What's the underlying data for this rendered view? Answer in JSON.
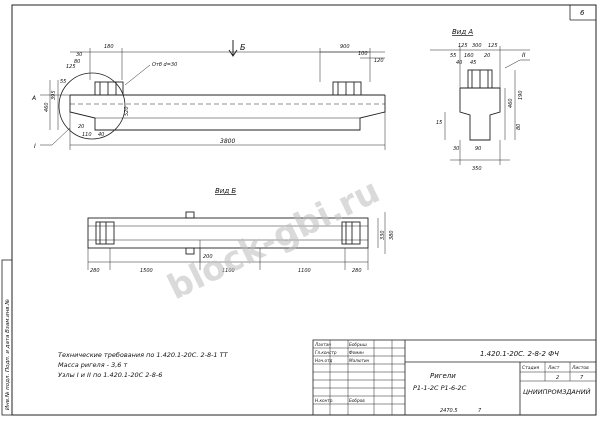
{
  "sheet": {
    "page_number": "6",
    "bottom_code": "2470.5",
    "bottom_num": "7",
    "watermark": "block-gbi.ru"
  },
  "views": {
    "view_a": "Вид А",
    "view_b": "Вид Б",
    "arrow_b": "Б",
    "arrow_a": "А",
    "node_1": "I",
    "node_2": "II"
  },
  "dims_front": {
    "d180": "180",
    "d30a": "30",
    "d80": "80",
    "d125": "125",
    "d55": "55",
    "d395": "395",
    "d460": "460",
    "d520": "520",
    "d20": "20",
    "d110": "110",
    "d40": "40",
    "d3800": "3800",
    "d900": "900",
    "d100": "100",
    "d120": "120",
    "vent": "Отб d=30"
  },
  "dims_side": {
    "d125": "125",
    "d300": "300",
    "d125b": "125",
    "d55": "55",
    "d160": "160",
    "d20": "20",
    "d40": "40",
    "d45": "45",
    "d460": "460",
    "d190": "190",
    "d80": "80",
    "d15": "15",
    "d350": "350",
    "d30": "30",
    "d90": "90"
  },
  "dims_plan": {
    "d280": "280",
    "d1500": "1500",
    "d1100": "1100",
    "d1100b": "1100",
    "d280b": "280",
    "d380": "380",
    "d330": "330",
    "d200": "200"
  },
  "notes": {
    "line1": "Технические требования по 1.420.1-20С. 2-8-1 ТТ",
    "line2": "Масса ригеля - 3,6 т",
    "line3": "Узлы I и II  по  1.420.1-20С 2-8-6"
  },
  "title_block": {
    "code": "1.420.1-20С. 2-8-2 ФЧ",
    "name_line1": "Ригели",
    "name_line2": "Р1-1-2С   Р1-6-2С",
    "stage": "Стадия",
    "sheet": "Лист",
    "sheets": "Листов",
    "sheet_val": "2",
    "sheets_val": "7",
    "org": "ЦНИИПРОМЗДАНИЙ",
    "r1": "Лахтан",
    "r1b": "Бобрыш",
    "r2": "Гл.констр",
    "r2b": "Фомин",
    "r3": "Нач.отд",
    "r3b": "Малютин",
    "r4": "Н.контр.",
    "r4b": "Бобров"
  },
  "side_stamp": "Инв.№ подл.  Подп. и дата  Взам.инв.№"
}
